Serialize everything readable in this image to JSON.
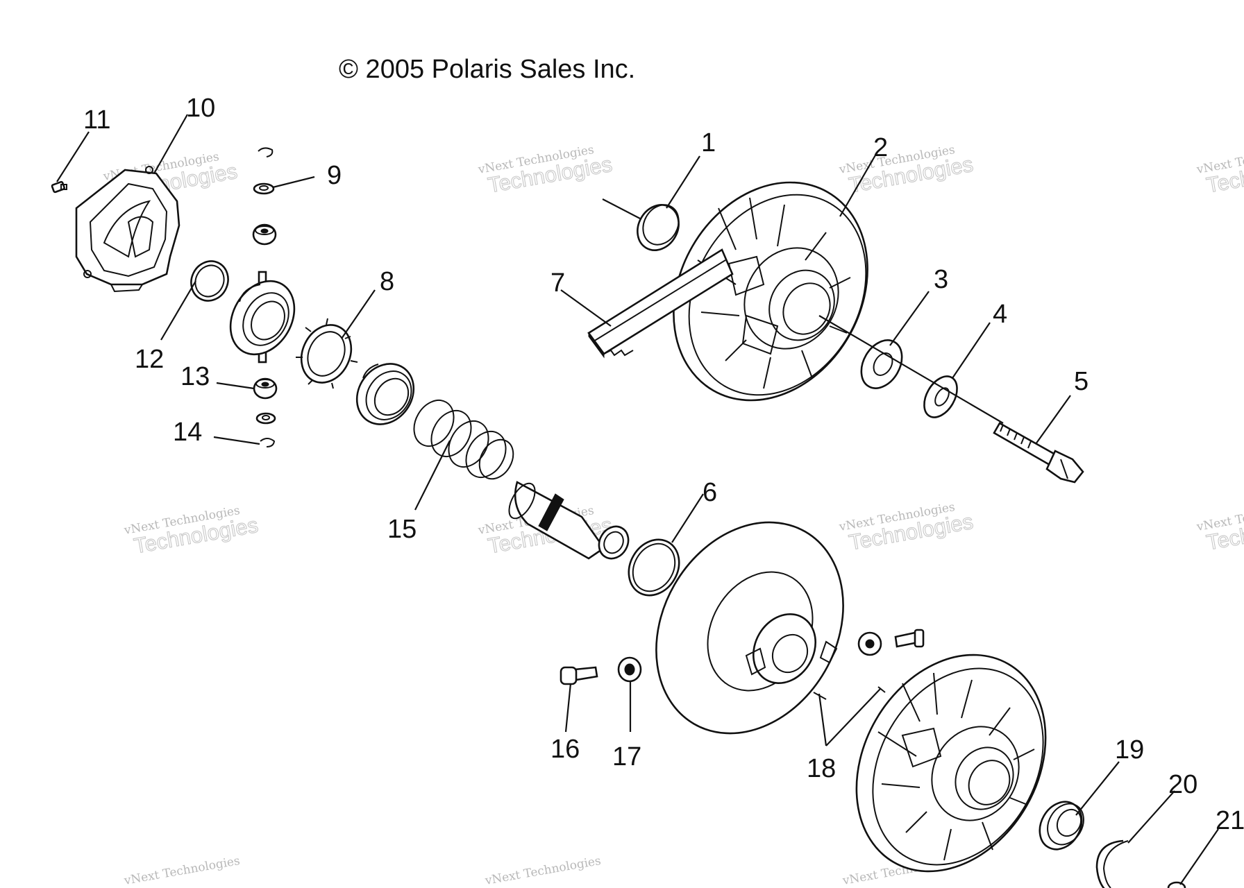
{
  "copyright": "© 2005 Polaris Sales Inc.",
  "watermark": {
    "line1": "vNext Technologies",
    "line2": "Technologies"
  },
  "callouts": [
    "1",
    "2",
    "3",
    "4",
    "5",
    "6",
    "7",
    "8",
    "9",
    "10",
    "11",
    "12",
    "13",
    "14",
    "15",
    "16",
    "17",
    "18",
    "19",
    "20",
    "21"
  ],
  "colors": {
    "ink": "#111111",
    "watermark": "#bbbbbb",
    "background": "#ffffff"
  }
}
